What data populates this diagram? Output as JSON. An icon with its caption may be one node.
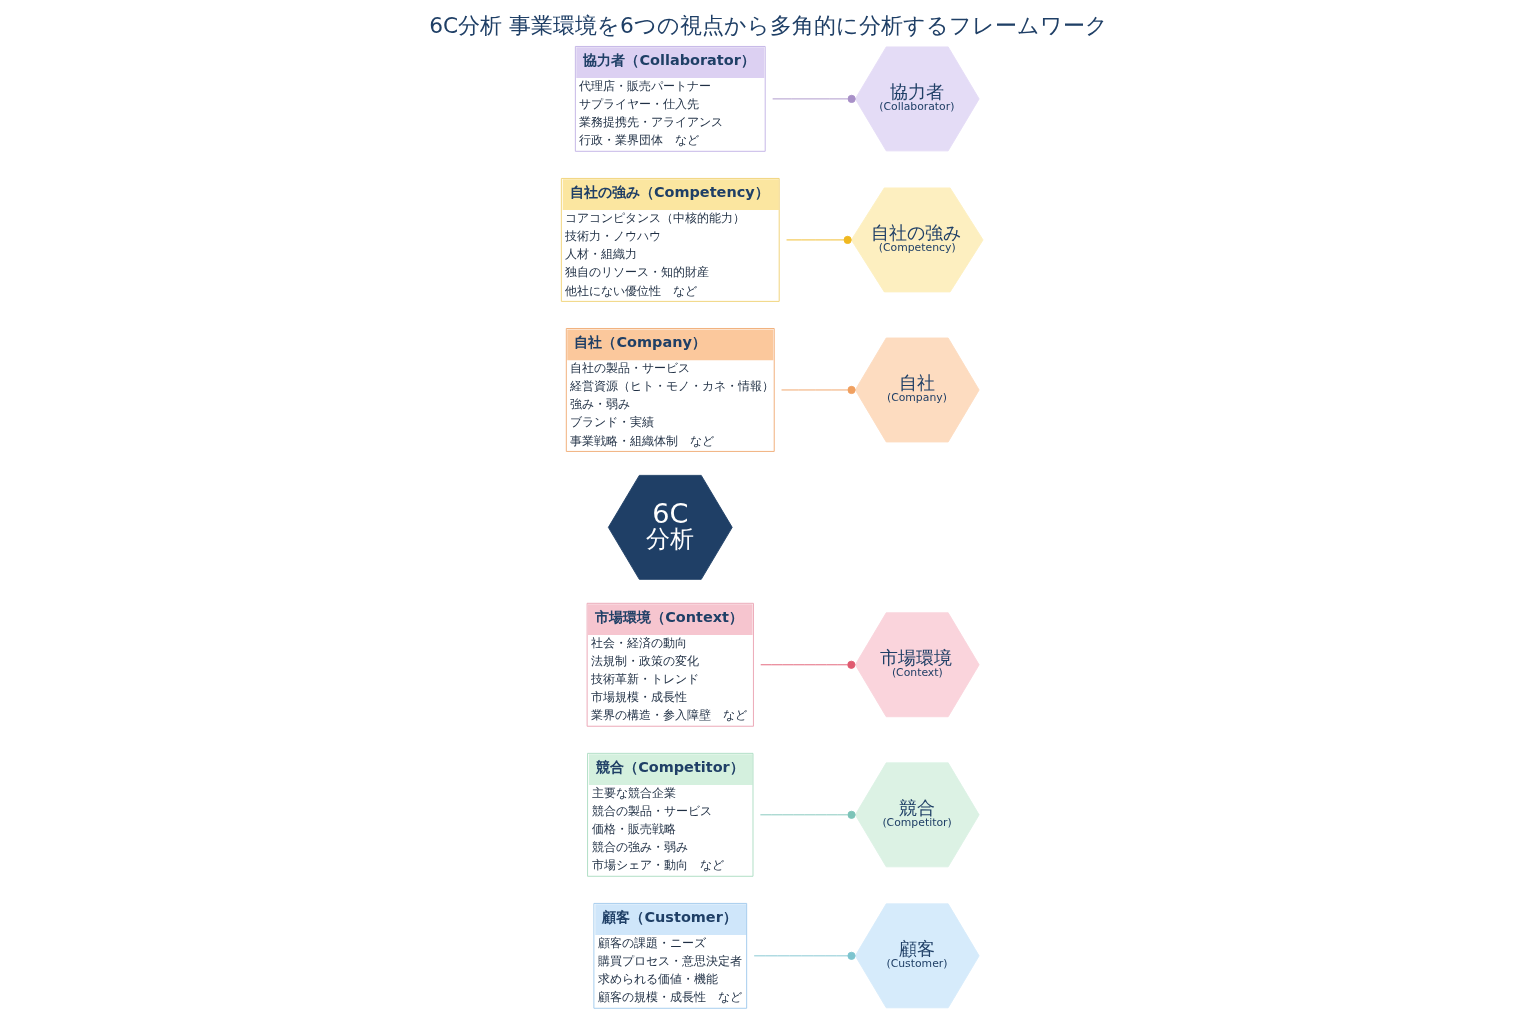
{
  "diagram": {
    "title": "6C分析 事業環境を6つの視点から多角的に分析するフレームワーク",
    "nodes": [
      {
        "text": [
          "顧客（Customer）",
          "顧客の課題・ニーズ",
          "購買プロセス・意思決定者",
          "求められる価値・機能",
          "顧客の規模・成長性　など"
        ]
      },
      {
        "text": [
          "顧客",
          "(Customer)"
        ]
      },
      {
        "text": [
          "競合（Competitor）",
          "主要な競合企業",
          "競合の製品・サービス",
          "価格・販売戦略",
          "競合の強み・弱み",
          "市場シェア・動向　など"
        ]
      },
      {
        "text": [
          "市場環境（Context）",
          "社会・経済の動向",
          "法規制・政策の変化",
          "技術革新・トレンド",
          "市場規模・成長性",
          "業界の構造・参入障壁　など"
        ]
      },
      {
        "text": [
          "市場環境",
          "(Context)"
        ]
      },
      {
        "text": [
          "競合",
          "(Competitor)"
        ]
      },
      {
        "text": [
          "6C",
          "分析"
        ]
      },
      {
        "text": [
          "自社（Company）",
          "自社の製品・サービス",
          "経営資源（ヒト・モノ・カネ・情報）",
          "強み・弱み",
          "ブランド・実績",
          "事業戦略・組織体制　など"
        ]
      },
      {
        "text": [
          "自社の強み",
          "(Competency)"
        ]
      },
      {
        "text": [
          "自社",
          "(Company)"
        ]
      },
      {
        "text": [
          "自社の強み（Competency）",
          "コアコンピタンス（中核的能力）",
          "技術力・ノウハウ",
          "人材・組織力",
          "独自のリソース・知的財産",
          "他社にない優位性　など"
        ]
      },
      {
        "text": [
          "協力者",
          "(Collaborator)"
        ]
      },
      {
        "text": [
          "協力者（Collaborator）",
          "代理店・販売パートナー",
          "サプライヤー・仕入先",
          "業務提携先・アライアンス",
          "行政・業界団体　など"
        ]
      }
    ],
    "edges": [
      {
        "from": 0,
        "to": 1,
        "arrow": "other",
        "color": "#7cc4cf"
      },
      {
        "from": 2,
        "to": 5,
        "arrow": "other",
        "color": "#7cc4b8"
      },
      {
        "from": 3,
        "to": 4,
        "arrow": "other",
        "color": "#e05a70"
      },
      {
        "from": 7,
        "to": 9,
        "arrow": "other",
        "color": "#f0a060"
      },
      {
        "from": 10,
        "to": 8,
        "arrow": "other",
        "color": "#f0b820"
      },
      {
        "from": 12,
        "to": 11,
        "arrow": "other",
        "color": "#a890c8"
      }
    ]
  }
}
